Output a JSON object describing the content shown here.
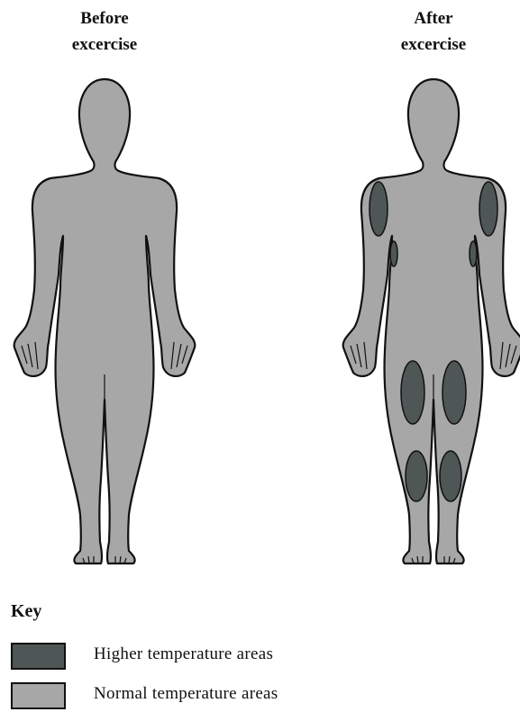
{
  "titles": {
    "before": {
      "line1": "Before",
      "line2": "excercise"
    },
    "after": {
      "line1": "After",
      "line2": "excercise"
    }
  },
  "colors": {
    "normal": "#a7a7a7",
    "higher": "#4e5656",
    "outline": "#111111"
  },
  "key": {
    "heading": "Key",
    "items": [
      {
        "label": "Higher temperature areas",
        "color": "#4e5656"
      },
      {
        "label": "Normal temperature areas",
        "color": "#a7a7a7"
      }
    ]
  }
}
